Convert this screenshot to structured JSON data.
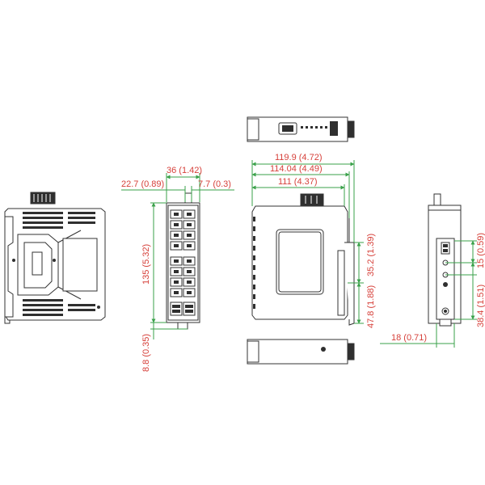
{
  "colors": {
    "dimension_line": "#3aa14a",
    "dimension_text": "#d6403a",
    "outline": "#333333",
    "body_fill": "#ffffff",
    "dark_fill": "#2f2f2f"
  },
  "dimensions": {
    "front_width_total": "36 (1.42)",
    "front_left_offset": "22.7 (0.89)",
    "front_right_offset": "7.7 (0.3)",
    "front_height": "135 (5.32)",
    "front_bottom_clip": "8.8 (0.35)",
    "side_depth_total": "119.9 (4.72)",
    "side_depth_mid": "114.04 (4.49)",
    "side_depth_body": "111 (4.37)",
    "side_rail_upper": "35.2 (1.39)",
    "side_rail_lower": "47.8 (1.88)",
    "back_upper": "15 (0.59)",
    "back_lower": "38.4 (1.51)",
    "back_width": "18 (0.71)"
  }
}
